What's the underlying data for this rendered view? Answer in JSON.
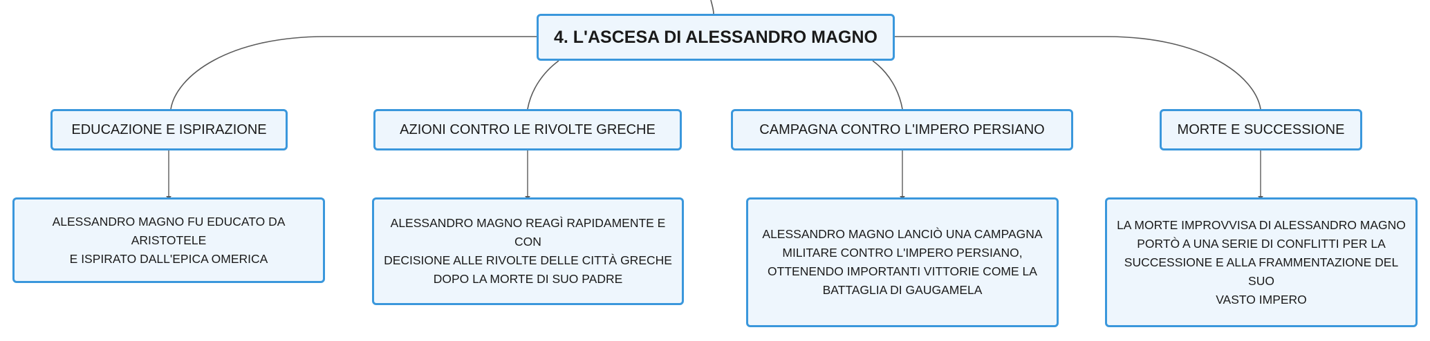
{
  "map": {
    "root": {
      "title": "4. L'ASCESA DI ALESSANDRO MAGNO"
    },
    "branches": [
      {
        "topic": "EDUCAZIONE E ISPIRAZIONE",
        "details": [
          "ALESSANDRO MAGNO FU EDUCATO DA ARISTOTELE",
          "E ISPIRATO DALL'EPICA OMERICA"
        ]
      },
      {
        "topic": "AZIONI CONTRO LE RIVOLTE GRECHE",
        "details": [
          "ALESSANDRO MAGNO REAGÌ RAPIDAMENTE E CON",
          "DECISIONE ALLE RIVOLTE DELLE CITTÀ GRECHE",
          "DOPO LA MORTE DI SUO PADRE"
        ]
      },
      {
        "topic": "CAMPAGNA CONTRO L'IMPERO PERSIANO",
        "details": [
          "ALESSANDRO MAGNO LANCIÒ UNA CAMPAGNA",
          "MILITARE CONTRO L'IMPERO PERSIANO,",
          "OTTENENDO IMPORTANTI VITTORIE COME LA",
          "BATTAGLIA DI GAUGAMELA"
        ]
      },
      {
        "topic": "MORTE E SUCCESSIONE",
        "details": [
          "LA MORTE IMPROVVISA DI ALESSANDRO MAGNO",
          "PORTÒ A UNA SERIE DI CONFLITTI PER LA",
          "SUCCESSIONE E ALLA FRAMMENTAZIONE DEL SUO",
          "VASTO IMPERO"
        ]
      }
    ]
  },
  "colors": {
    "node_border": "#3a97dc",
    "node_fill": "#eef6fd",
    "connector": "#555555",
    "text": "#1a1a1a"
  }
}
